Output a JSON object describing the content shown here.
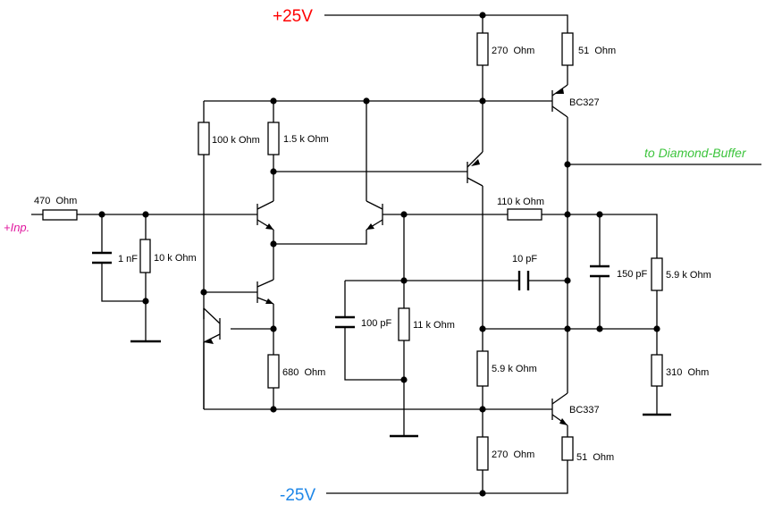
{
  "rails": {
    "positive": {
      "label": "+25V",
      "color": "#ff0000"
    },
    "negative": {
      "label": "-25V",
      "color": "#1f87e8"
    }
  },
  "signals": {
    "input": {
      "label": "+Inp.",
      "color": "#e0169e"
    },
    "output": {
      "label": "to Diamond-Buffer",
      "color": "#3cc43c"
    }
  },
  "components": {
    "r_in": "470  Ohm",
    "c_in": "1 nF",
    "r_bias_in": "10 k Ohm",
    "r_100k": "100 k Ohm",
    "r_1k5": "1.5 k Ohm",
    "r_680": "680  Ohm",
    "c_100p": "100 pF",
    "r_11k": "11 k Ohm",
    "r_270_top": "270  Ohm",
    "r_51_top": "51  Ohm",
    "q_top": "BC327",
    "r_110k": "110 k Ohm",
    "c_10p": "10 pF",
    "c_150p": "150 pF",
    "r_5k9_right": "5.9 k Ohm",
    "r_5k9_mid": "5.9 k Ohm",
    "r_310": "310  Ohm",
    "q_bottom": "BC337",
    "r_270_bottom": "270  Ohm",
    "r_51_bottom": "51  Ohm"
  }
}
